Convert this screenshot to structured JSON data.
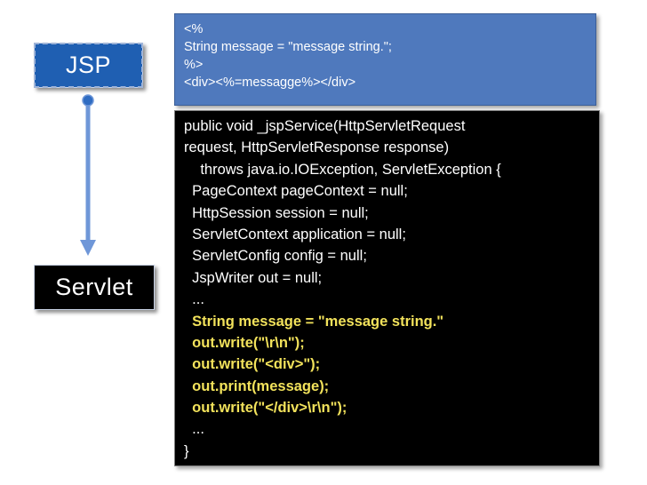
{
  "labels": {
    "jsp": "JSP",
    "servlet": "Servlet"
  },
  "jsp_code": [
    "<%",
    "String message = \"message string.\";",
    "%>",
    "<div><%=messagge%></div>"
  ],
  "servlet_code": [
    {
      "text": "public void _jspService(HttpServletRequest",
      "highlight": false
    },
    {
      "text": "request, HttpServletResponse response)",
      "highlight": false
    },
    {
      "text": "    throws java.io.IOException, ServletException {",
      "highlight": false
    },
    {
      "text": "  PageContext pageContext = null;",
      "highlight": false
    },
    {
      "text": "  HttpSession session = null;",
      "highlight": false
    },
    {
      "text": "  ServletContext application = null;",
      "highlight": false
    },
    {
      "text": "  ServletConfig config = null;",
      "highlight": false
    },
    {
      "text": "  JspWriter out = null;",
      "highlight": false
    },
    {
      "text": "  ...",
      "highlight": false
    },
    {
      "text": "  String message = \"message string.\"",
      "highlight": true
    },
    {
      "text": "  out.write(\"\\r\\n\");",
      "highlight": true
    },
    {
      "text": "  out.write(\"<div>\");",
      "highlight": true
    },
    {
      "text": "  out.print(message);",
      "highlight": true
    },
    {
      "text": "  out.write(\"</div>\\r\\n\");",
      "highlight": true
    },
    {
      "text": "  ...",
      "highlight": false
    },
    {
      "text": "}",
      "highlight": false
    }
  ],
  "colors": {
    "jsp_box": "#1f5fb2",
    "jsp_code_bg": "#4f79bd",
    "servlet_box": "#000000",
    "servlet_code_bg": "#000000",
    "highlight_text": "#f2e25b",
    "arrow": "#6f97d8",
    "arrow_dot": "#2f6cc2"
  }
}
